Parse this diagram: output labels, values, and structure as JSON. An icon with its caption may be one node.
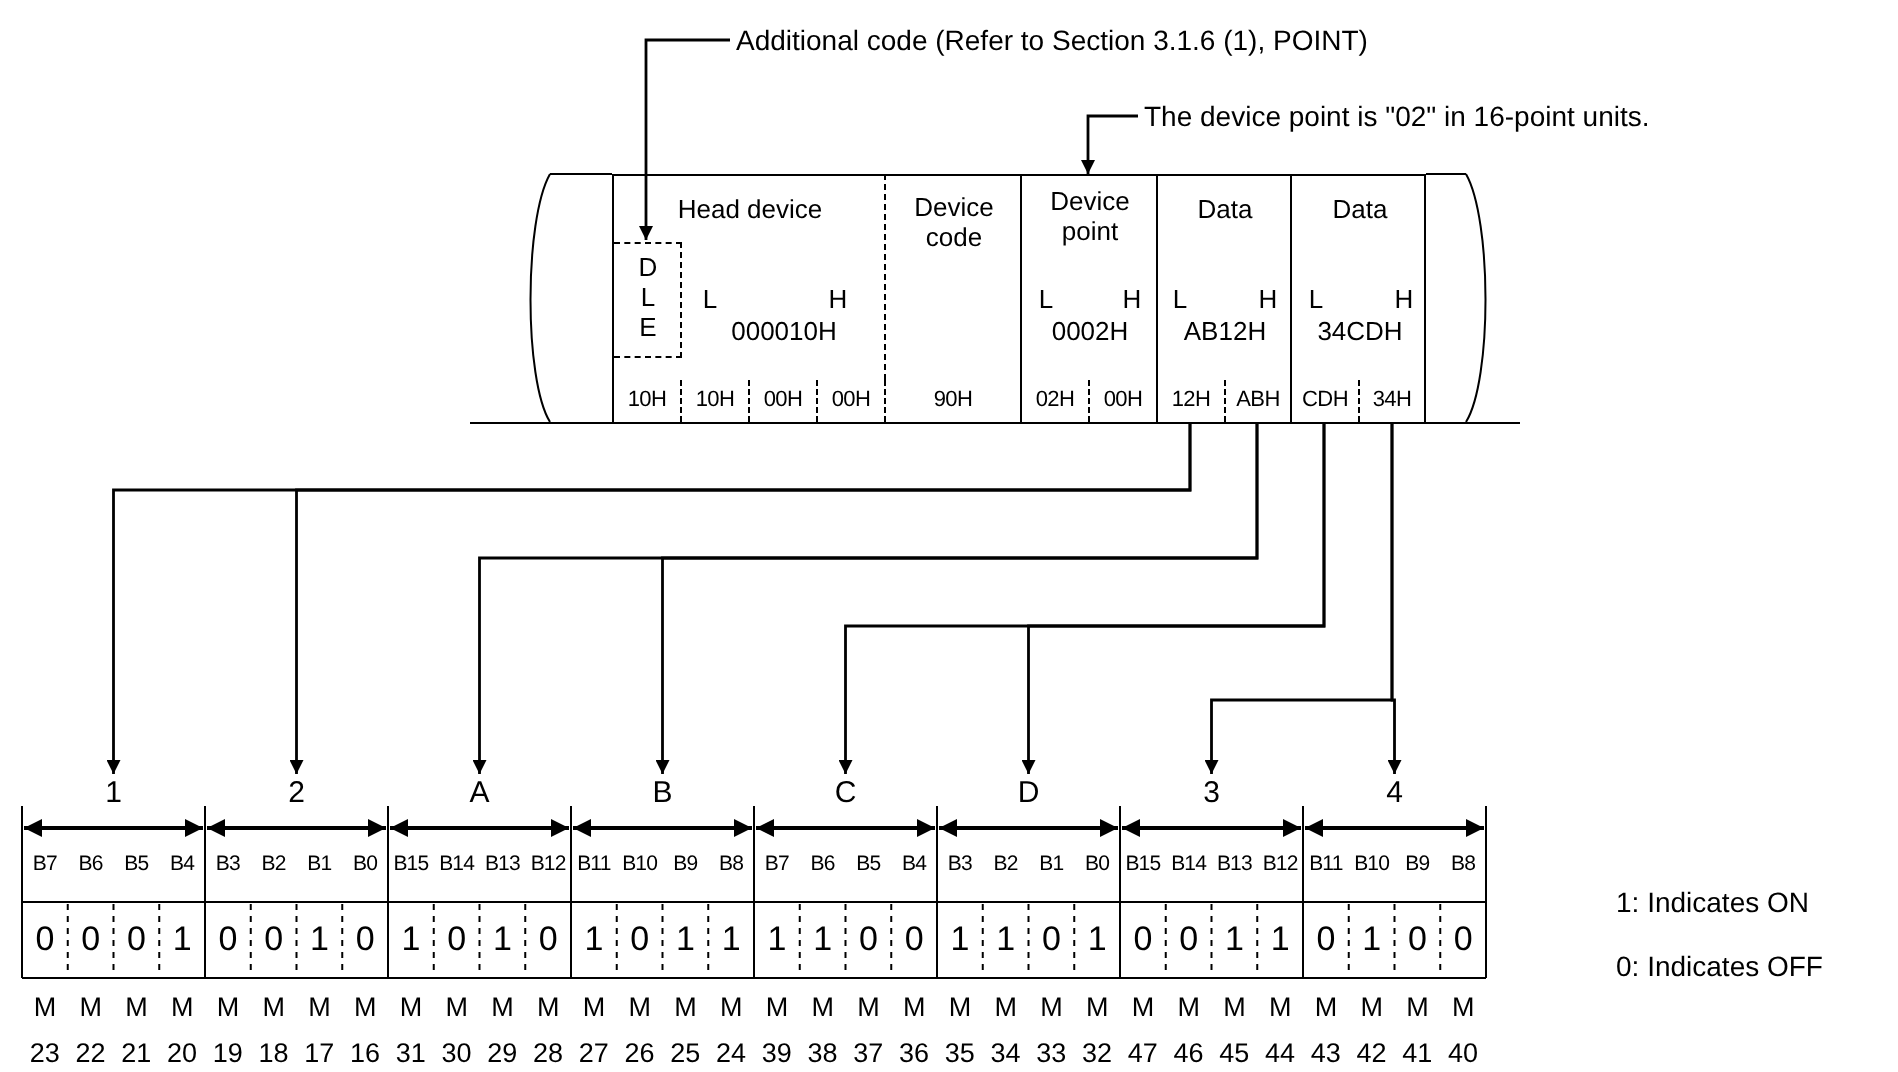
{
  "diagram": {
    "nodes": [
      {
        "text": [
          "Additional code (Refer to Section 3.1.6 (1), POINT)"
        ]
      },
      {
        "text": [
          "The device point is \"02\" in 16-point units."
        ]
      },
      {
        "text": [
          "Head device",
          "L",
          "H",
          "000010H"
        ]
      },
      {
        "text": [
          "D L E"
        ],
        "in": 2
      },
      {
        "text": [
          "Device code"
        ]
      },
      {
        "text": [
          "Device point",
          "L",
          "H",
          "0002H"
        ]
      },
      {
        "text": [
          "Data",
          "L",
          "H",
          "AB12H"
        ]
      },
      {
        "text": [
          "Data",
          "L",
          "H",
          "34CDH"
        ]
      },
      {
        "text": [
          "10H"
        ]
      },
      {
        "text": [
          "10H"
        ]
      },
      {
        "text": [
          "00H"
        ]
      },
      {
        "text": [
          "00H"
        ]
      },
      {
        "text": [
          "90H"
        ]
      },
      {
        "text": [
          "02H"
        ]
      },
      {
        "text": [
          "00H"
        ]
      },
      {
        "text": [
          "12H"
        ]
      },
      {
        "text": [
          "ABH"
        ]
      },
      {
        "text": [
          "CDH"
        ]
      },
      {
        "text": [
          "34H"
        ]
      },
      {
        "text": [
          "1"
        ]
      },
      {
        "text": [
          "2"
        ]
      },
      {
        "text": [
          "A"
        ]
      },
      {
        "text": [
          "B"
        ]
      },
      {
        "text": [
          "C"
        ]
      },
      {
        "text": [
          "D"
        ]
      },
      {
        "text": [
          "3"
        ]
      },
      {
        "text": [
          "4"
        ]
      }
    ],
    "edges": [
      {
        "from": 0,
        "to": 3,
        "arrow": "to"
      },
      {
        "from": 1,
        "to": 5,
        "arrow": "to"
      },
      {
        "from": 15,
        "to": 19,
        "arrow": "to"
      },
      {
        "from": 15,
        "to": 20,
        "arrow": "to"
      },
      {
        "from": 16,
        "to": 21,
        "arrow": "to"
      },
      {
        "from": 16,
        "to": 22,
        "arrow": "to"
      },
      {
        "from": 17,
        "to": 23,
        "arrow": "to"
      },
      {
        "from": 17,
        "to": 24,
        "arrow": "to"
      },
      {
        "from": 18,
        "to": 25,
        "arrow": "to"
      },
      {
        "from": 18,
        "to": 26,
        "arrow": "to"
      }
    ],
    "labels": [
      "B7",
      "B6",
      "B5",
      "B4",
      "B3",
      "B2",
      "B1",
      "B0",
      "B15",
      "B14",
      "B13",
      "B12",
      "B11",
      "B10",
      "B9",
      "B8",
      "B7",
      "B6",
      "B5",
      "B4",
      "B3",
      "B2",
      "B1",
      "B0",
      "B15",
      "B14",
      "B13",
      "B12",
      "B11",
      "B10",
      "B9",
      "B8",
      "0",
      "0",
      "0",
      "1",
      "0",
      "0",
      "1",
      "0",
      "1",
      "0",
      "1",
      "0",
      "1",
      "0",
      "1",
      "1",
      "1",
      "1",
      "0",
      "0",
      "1",
      "1",
      "0",
      "1",
      "0",
      "0",
      "1",
      "1",
      "0",
      "1",
      "0",
      "0",
      "M 23",
      "M 22",
      "M 21",
      "M 20",
      "M 19",
      "M 18",
      "M 17",
      "M 16",
      "M 31",
      "M 30",
      "M 29",
      "M 28",
      "M 27",
      "M 26",
      "M 25",
      "M 24",
      "M 39",
      "M 38",
      "M 37",
      "M 36",
      "M 35",
      "M 34",
      "M 33",
      "M 32",
      "M 47",
      "M 46",
      "M 45",
      "M 44",
      "M 43",
      "M 42",
      "M 41",
      "M 40",
      "1: Indicates ON",
      "0: Indicates OFF"
    ]
  }
}
